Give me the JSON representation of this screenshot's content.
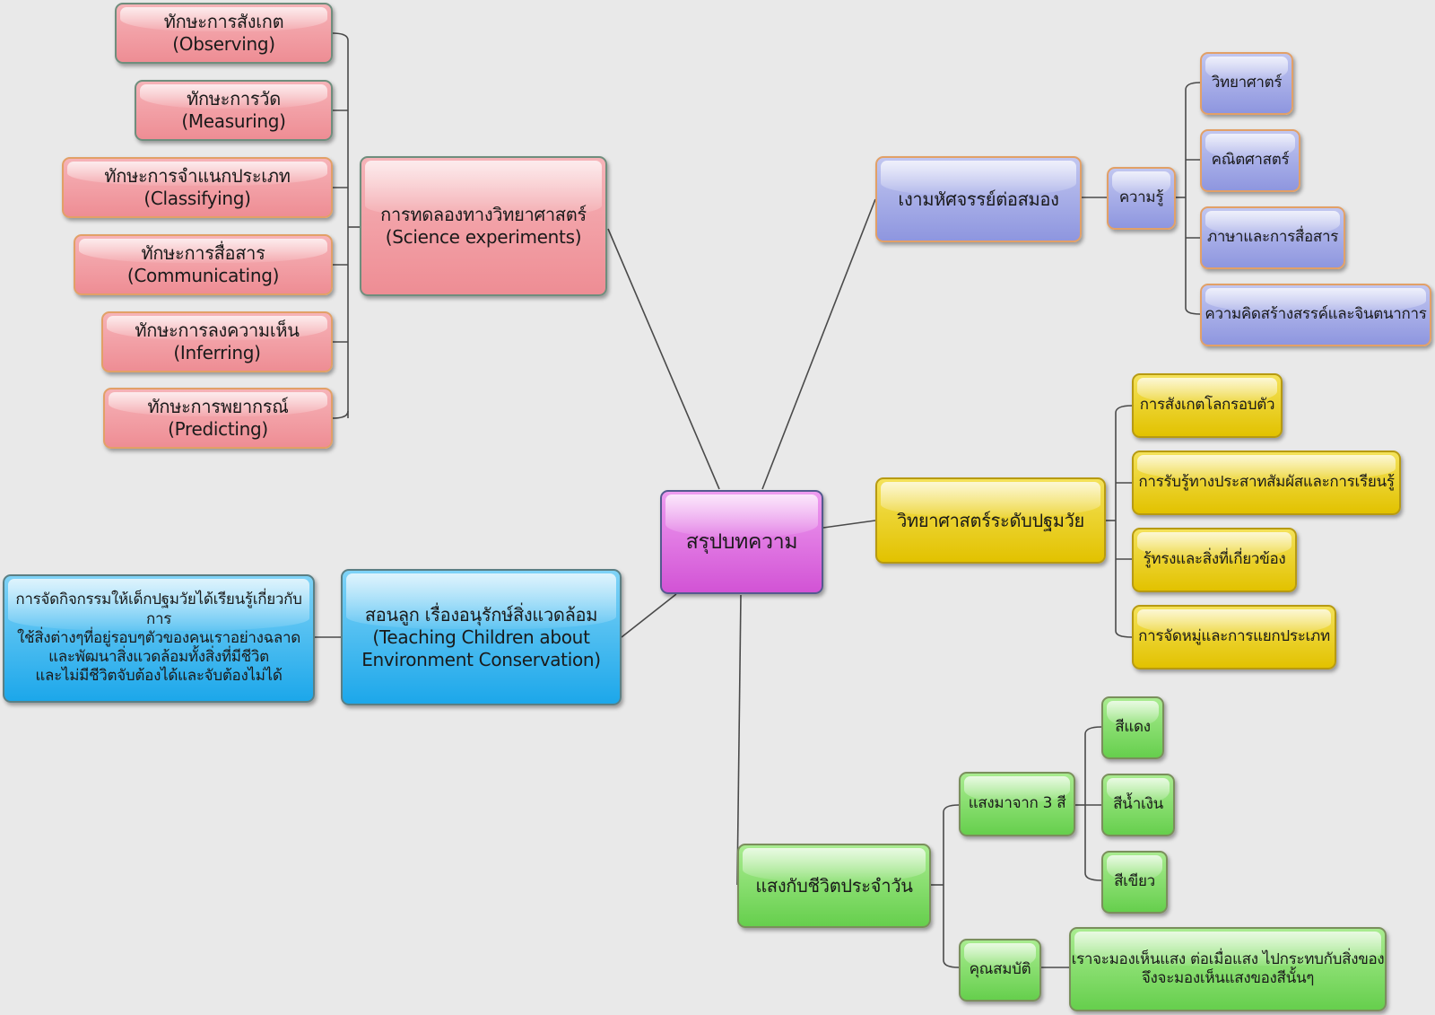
{
  "center": {
    "label": "สรุปบทความ"
  },
  "science_experiments": {
    "label": "การทดลองทางวิทยาศาสตร์\n(Science experiments)",
    "children": [
      "ทักษะการสังเกต (Observing)",
      "ทักษะการวัด (Measuring)",
      "ทักษะการจำแนกประเภท (Classifying)",
      "ทักษะการสื่อสาร (Communicating)",
      "ทักษะการลงความเห็น (Inferring)",
      "ทักษะการพยากรณ์ (Predicting)"
    ]
  },
  "environment": {
    "label": "สอนลูก เรื่องอนุรักษ์สิ่งแวดล้อม\n(Teaching Children about\nEnvironment Conservation)",
    "detail": "การจัดกิจกรรมให้เด็กปฐมวัยได้เรียนรู้เกี่ยวกับการ\nใช้สิ่งต่างๆที่อยู่รอบๆตัวของคนเราอย่างฉลาด\nและพัฒนาสิ่งแวดล้อมทั้งสิ่งที่มีชีวิต\nและไม่มีชีวิตจับต้องได้และจับต้องไม่ได้"
  },
  "brain": {
    "label": "เงามหัศจรรย์ต่อสมอง",
    "knowledge": {
      "label": "ความรู้",
      "children": [
        "วิทยาศาตร์",
        "คณิตศาสตร์",
        "ภาษาและการสื่อสาร",
        "ความคิดสร้างสรรค์และจินตนาการ"
      ]
    }
  },
  "early_science": {
    "label": "วิทยาศาสตร์ระดับปฐมวัย",
    "children": [
      "การสังเกตโลกรอบตัว",
      "การรับรู้ทางประสาทสัมผัสและการเรียนรู้",
      "รู้ทรงและสิ่งที่เกี่ยวข้อง",
      "การจัดหมู่และการแยกประเภท"
    ]
  },
  "light": {
    "label": "แสงกับชีวิตประจำวัน",
    "three_colors": {
      "label": "แสงมาจาก 3 สี",
      "children": [
        "สีแดง",
        "สีน้ำเงิน",
        "สีเขียว"
      ]
    },
    "property": {
      "label": "คุณสมบัติ",
      "detail": "เราจะมองเห็นแสง ต่อเมื่อแสง ไปกระทบกับสิ่งของ\nจึงจะมองเห็นแสงของสีนั้นๆ"
    }
  }
}
